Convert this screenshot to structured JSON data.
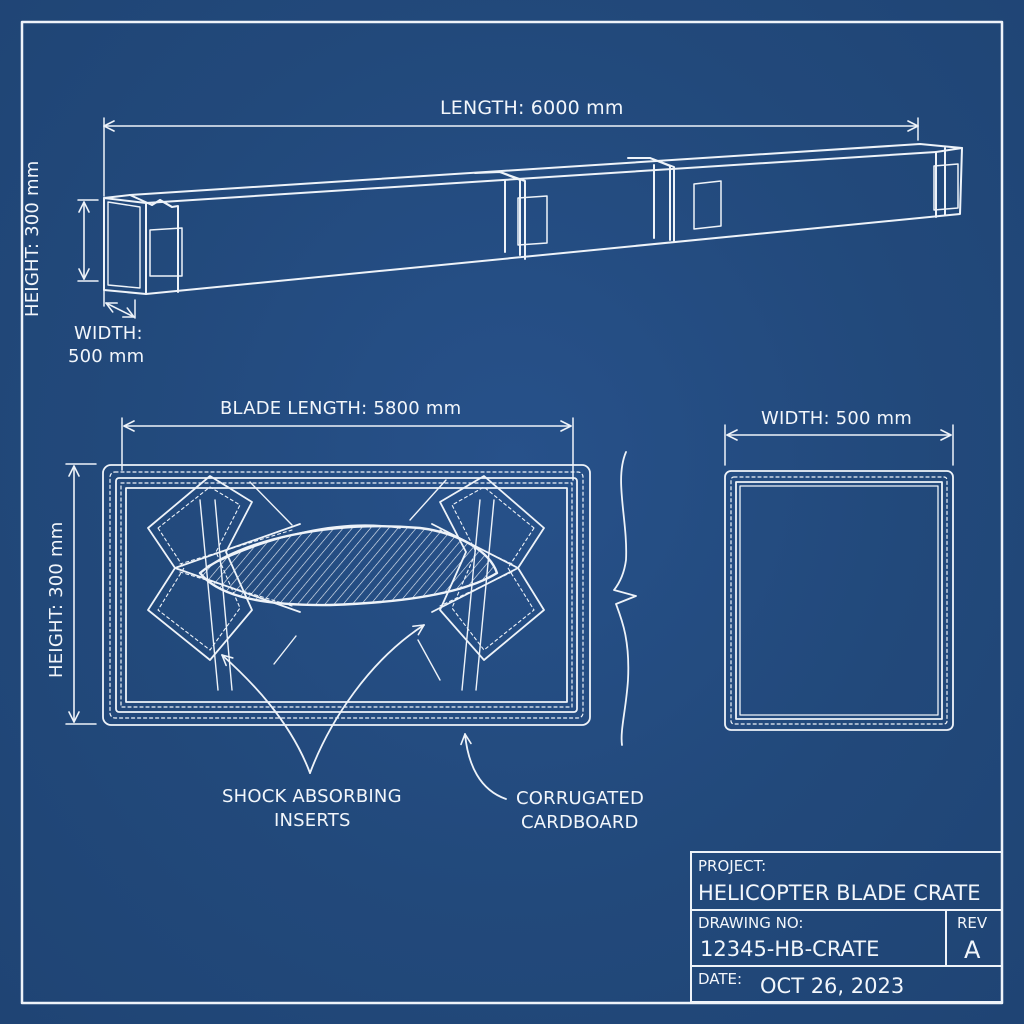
{
  "colors": {
    "background": "#22497b",
    "ink": "#eef3f9"
  },
  "isometric_view": {
    "length_label": "LENGTH: 6000 mm",
    "height_label": "HEIGHT: 300 mm",
    "width_label_line1": "WIDTH:",
    "width_label_line2": "500 mm"
  },
  "section_view": {
    "blade_length_label": "BLADE LENGTH: 5800 mm",
    "height_label": "HEIGHT: 300 mm",
    "callouts": {
      "inserts_line1": "SHOCK ABSORBING",
      "inserts_line2": "INSERTS",
      "cardboard_line1": "CORRUGATED",
      "cardboard_line2": "CARDBOARD"
    }
  },
  "end_view": {
    "width_label": "WIDTH: 500 mm"
  },
  "title_block": {
    "project_caption": "PROJECT:",
    "project_value": "HELICOPTER BLADE CRATE",
    "drawing_caption": "DRAWING NO:",
    "drawing_value": "12345-HB-CRATE",
    "rev_caption": "REV",
    "rev_value": "A",
    "date_caption": "DATE:",
    "date_value": "OCT 26, 2023"
  }
}
